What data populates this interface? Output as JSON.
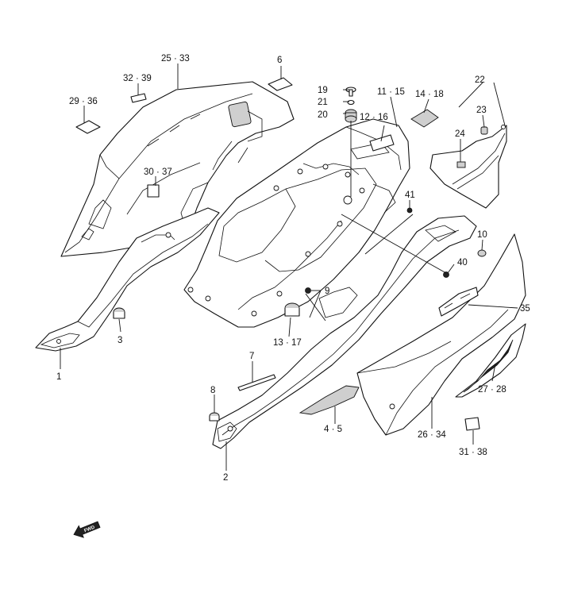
{
  "diagram": {
    "part_labels": [
      {
        "id": "p1",
        "text": "1"
      },
      {
        "id": "p2",
        "text": "2"
      },
      {
        "id": "p3",
        "text": "3"
      },
      {
        "id": "p4",
        "text": "4 · 5"
      },
      {
        "id": "p6",
        "text": "6"
      },
      {
        "id": "p7",
        "text": "7"
      },
      {
        "id": "p8",
        "text": "8"
      },
      {
        "id": "p9",
        "text": "9"
      },
      {
        "id": "p10",
        "text": "10"
      },
      {
        "id": "p11",
        "text": "11 · 15"
      },
      {
        "id": "p12",
        "text": "12 · 16"
      },
      {
        "id": "p13",
        "text": "13 · 17"
      },
      {
        "id": "p14",
        "text": "14 · 18"
      },
      {
        "id": "p19",
        "text": "19"
      },
      {
        "id": "p20",
        "text": "20"
      },
      {
        "id": "p21",
        "text": "21"
      },
      {
        "id": "p22",
        "text": "22"
      },
      {
        "id": "p23",
        "text": "23"
      },
      {
        "id": "p24",
        "text": "24"
      },
      {
        "id": "p25",
        "text": "25 · 33"
      },
      {
        "id": "p26",
        "text": "26 · 34"
      },
      {
        "id": "p27",
        "text": "27 · 28"
      },
      {
        "id": "p29",
        "text": "29 · 36"
      },
      {
        "id": "p30",
        "text": "30 · 37"
      },
      {
        "id": "p31",
        "text": "31 · 38"
      },
      {
        "id": "p32",
        "text": "32 · 39"
      },
      {
        "id": "p35",
        "text": "35"
      },
      {
        "id": "p40",
        "text": "40"
      },
      {
        "id": "p41",
        "text": "41"
      }
    ],
    "forward_marker": "FWD",
    "colors": {
      "line": "#111111",
      "background": "#ffffff"
    }
  }
}
